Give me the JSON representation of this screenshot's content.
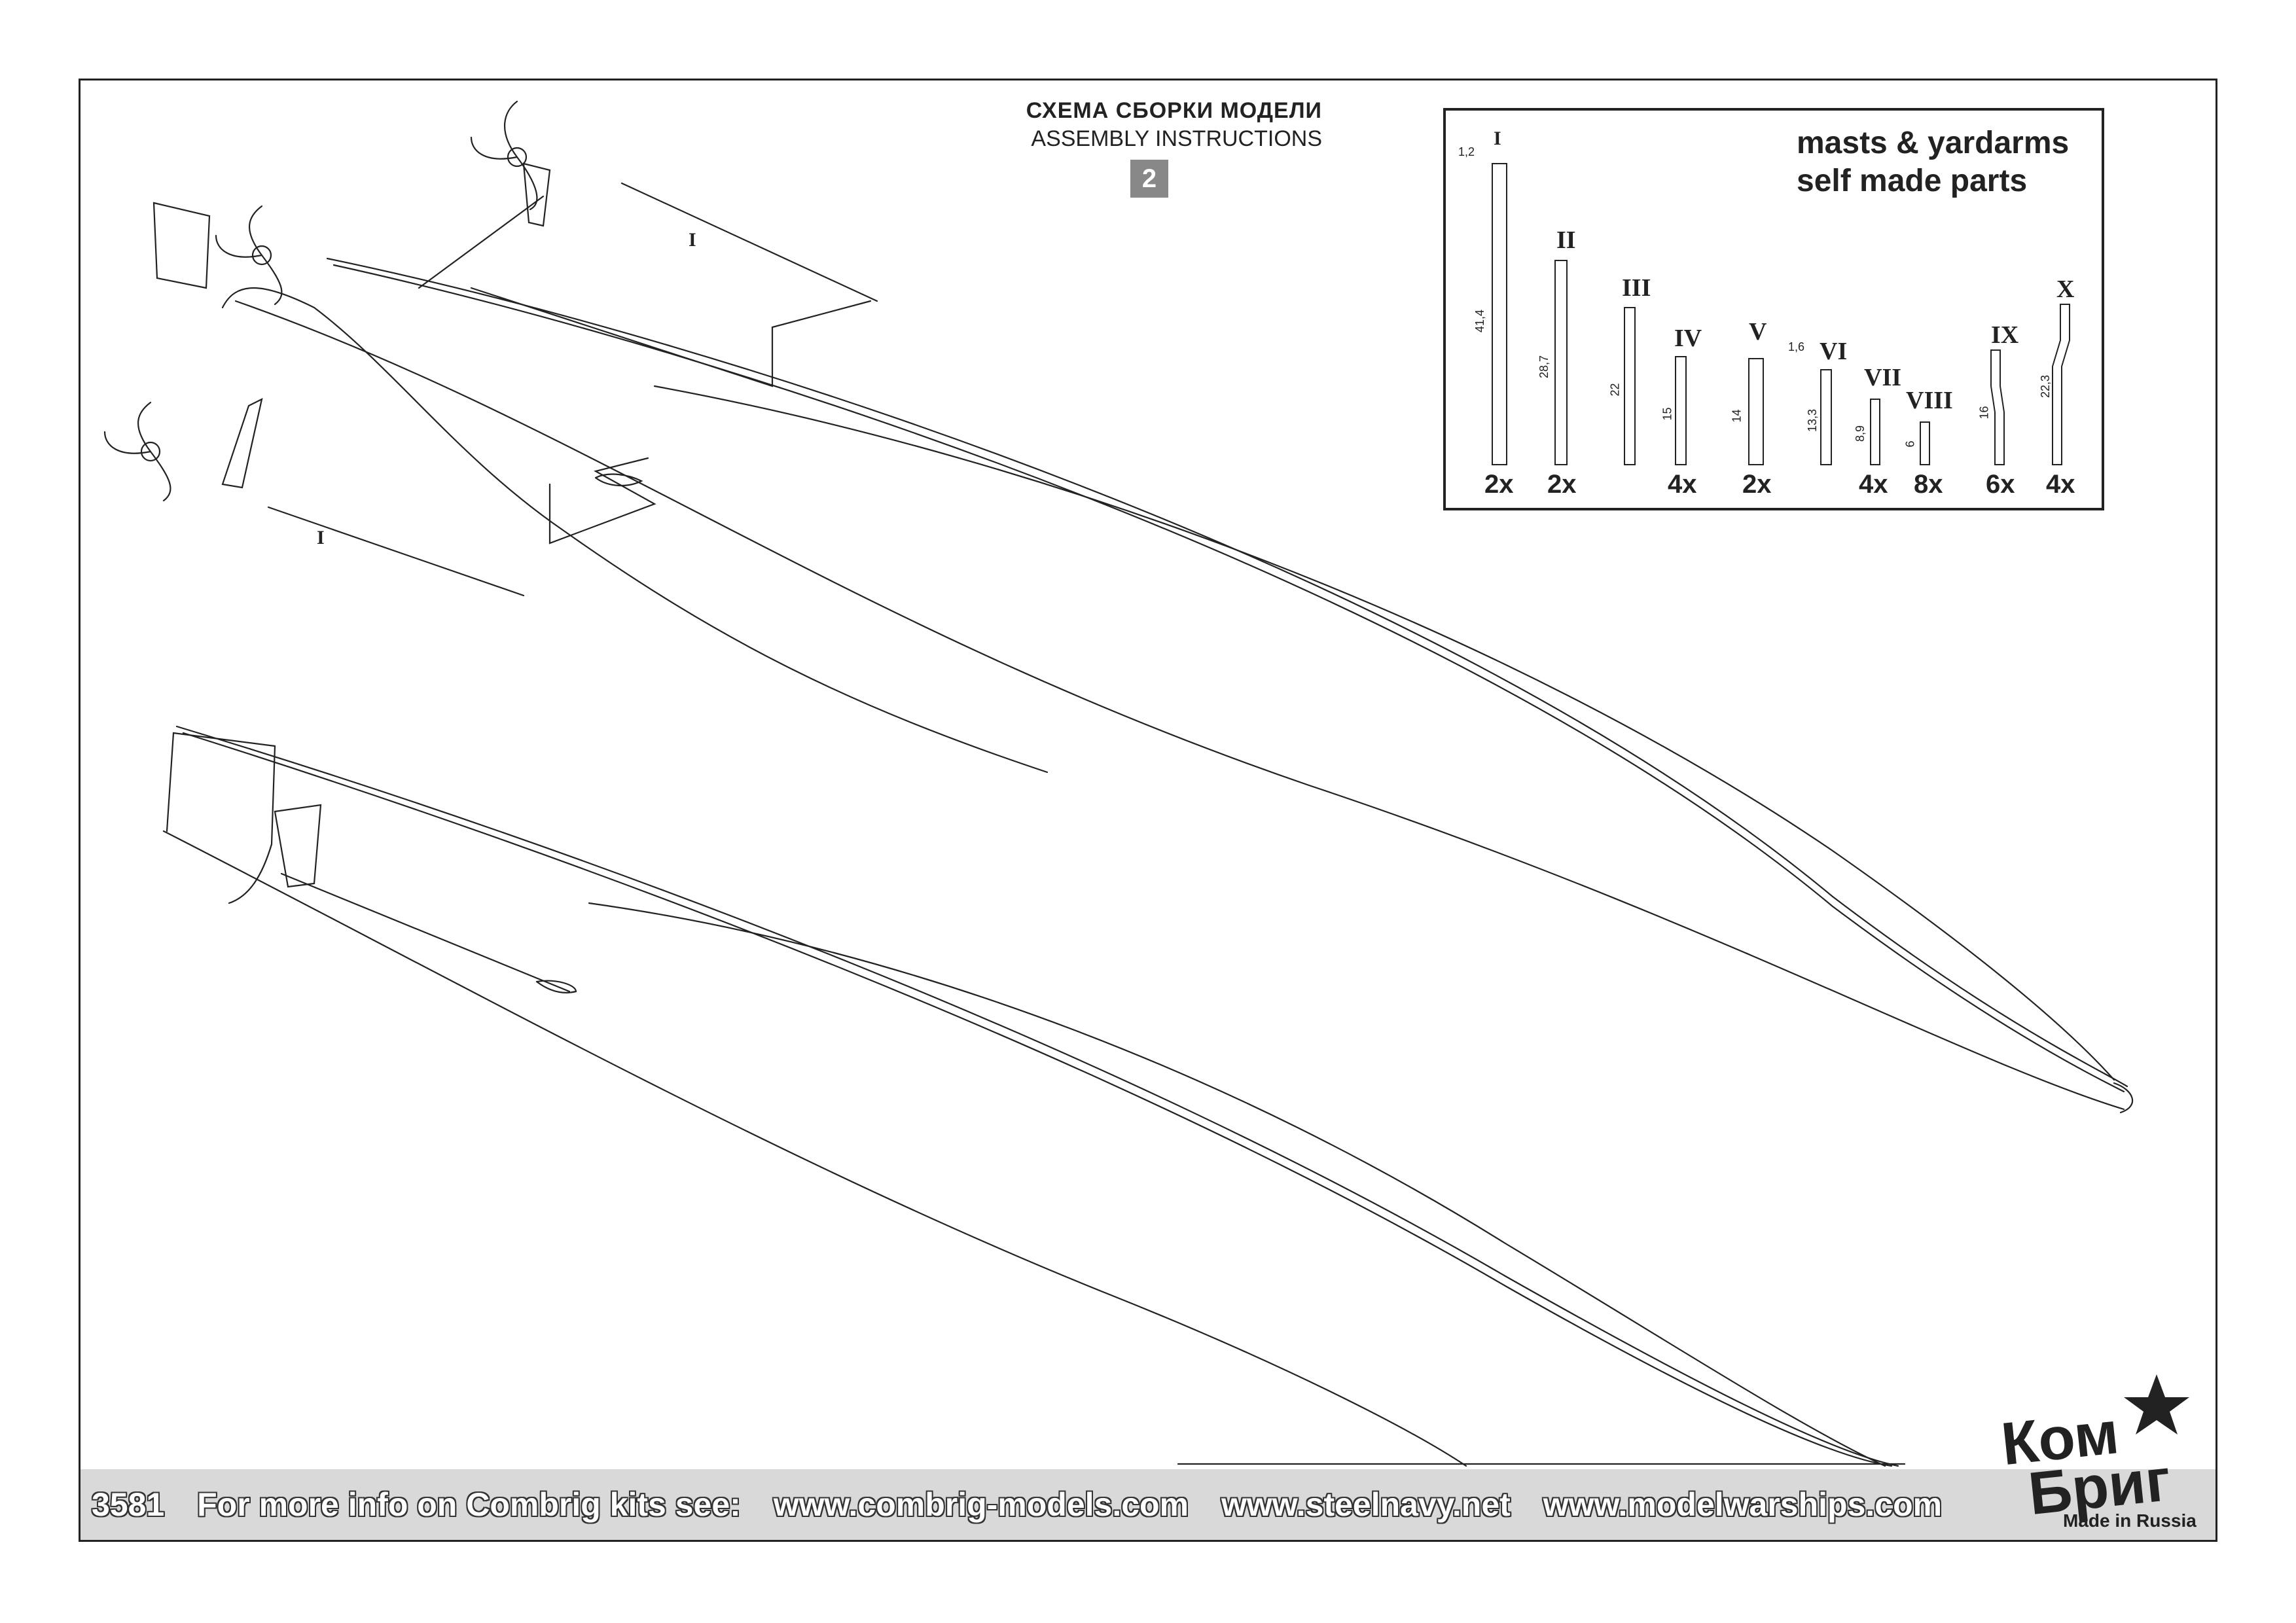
{
  "header": {
    "title_ru": "СХЕМА СБОРКИ МОДЕЛИ",
    "title_en": "ASSEMBLY INSTRUCTIONS",
    "step": "2"
  },
  "drawing_labels": {
    "part_a": "I",
    "part_b": "I"
  },
  "spars": {
    "title_line1": "masts & yardarms",
    "title_line2": "self made parts",
    "parts": [
      {
        "roman": "I",
        "length": "41,4",
        "qty": "2x",
        "width": "1,2"
      },
      {
        "roman": "II",
        "length": "28,7",
        "qty": "2x"
      },
      {
        "roman": "III",
        "length": "22",
        "qty": ""
      },
      {
        "roman": "IV",
        "length": "15",
        "qty": "4x"
      },
      {
        "roman": "V",
        "length": "14",
        "qty": "2x",
        "width": "1,6"
      },
      {
        "roman": "VI",
        "length": "13,3",
        "qty": ""
      },
      {
        "roman": "VII",
        "length": "8,9",
        "qty": "4x"
      },
      {
        "roman": "VIII",
        "length": "6",
        "qty": "8x"
      },
      {
        "roman": "IX",
        "length": "16",
        "qty": "6x"
      },
      {
        "roman": "X",
        "length": "22,3",
        "qty": "4x"
      }
    ]
  },
  "footer": {
    "code": "3581",
    "info": "For more info on Combrig kits see:",
    "link1": "www.combrig-models.com",
    "link2": "www.steelnavy.net",
    "link3": "www.modelwarships.com"
  },
  "logo": {
    "word1": "Ком",
    "word2": "Бриг",
    "made_in": "Made in Russia"
  },
  "colors": {
    "line": "#222222",
    "footer_band": "#d9d9d9",
    "step_badge": "#888888"
  }
}
